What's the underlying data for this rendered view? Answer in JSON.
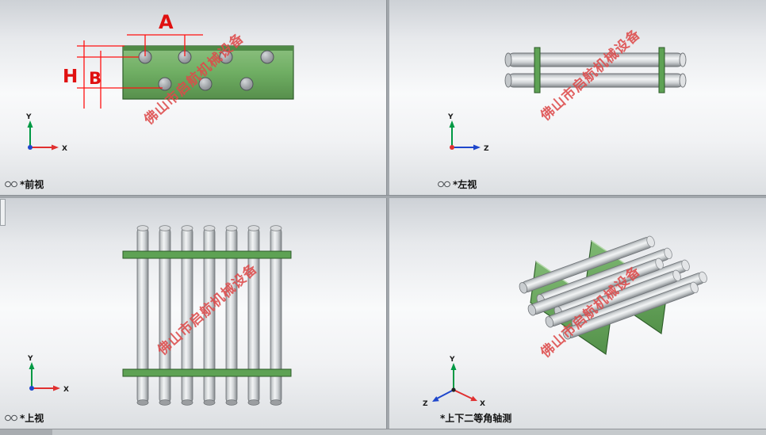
{
  "watermark": "佛山市启航机械设备",
  "viewports": {
    "front": {
      "label": "*前视",
      "dims": {
        "a": "A",
        "h": "H",
        "b": "B"
      },
      "axes": {
        "x": "X",
        "y": "Y"
      }
    },
    "left": {
      "label": "*左视",
      "axes": {
        "y": "Y",
        "z": "Z"
      }
    },
    "top": {
      "label": "*上视",
      "axes": {
        "x": "X",
        "y": "Y"
      }
    },
    "iso": {
      "label": "*上下二等角轴测",
      "axes": {
        "x": "X",
        "y": "Y",
        "z": "Z"
      }
    }
  },
  "colors": {
    "plate_green": "#6fae63",
    "dimension_red": "#e01010",
    "watermark_red": "#dd4a4a",
    "axis_x_red": "#e03030",
    "axis_y_green": "#009944",
    "axis_z_blue": "#1f47cc"
  }
}
